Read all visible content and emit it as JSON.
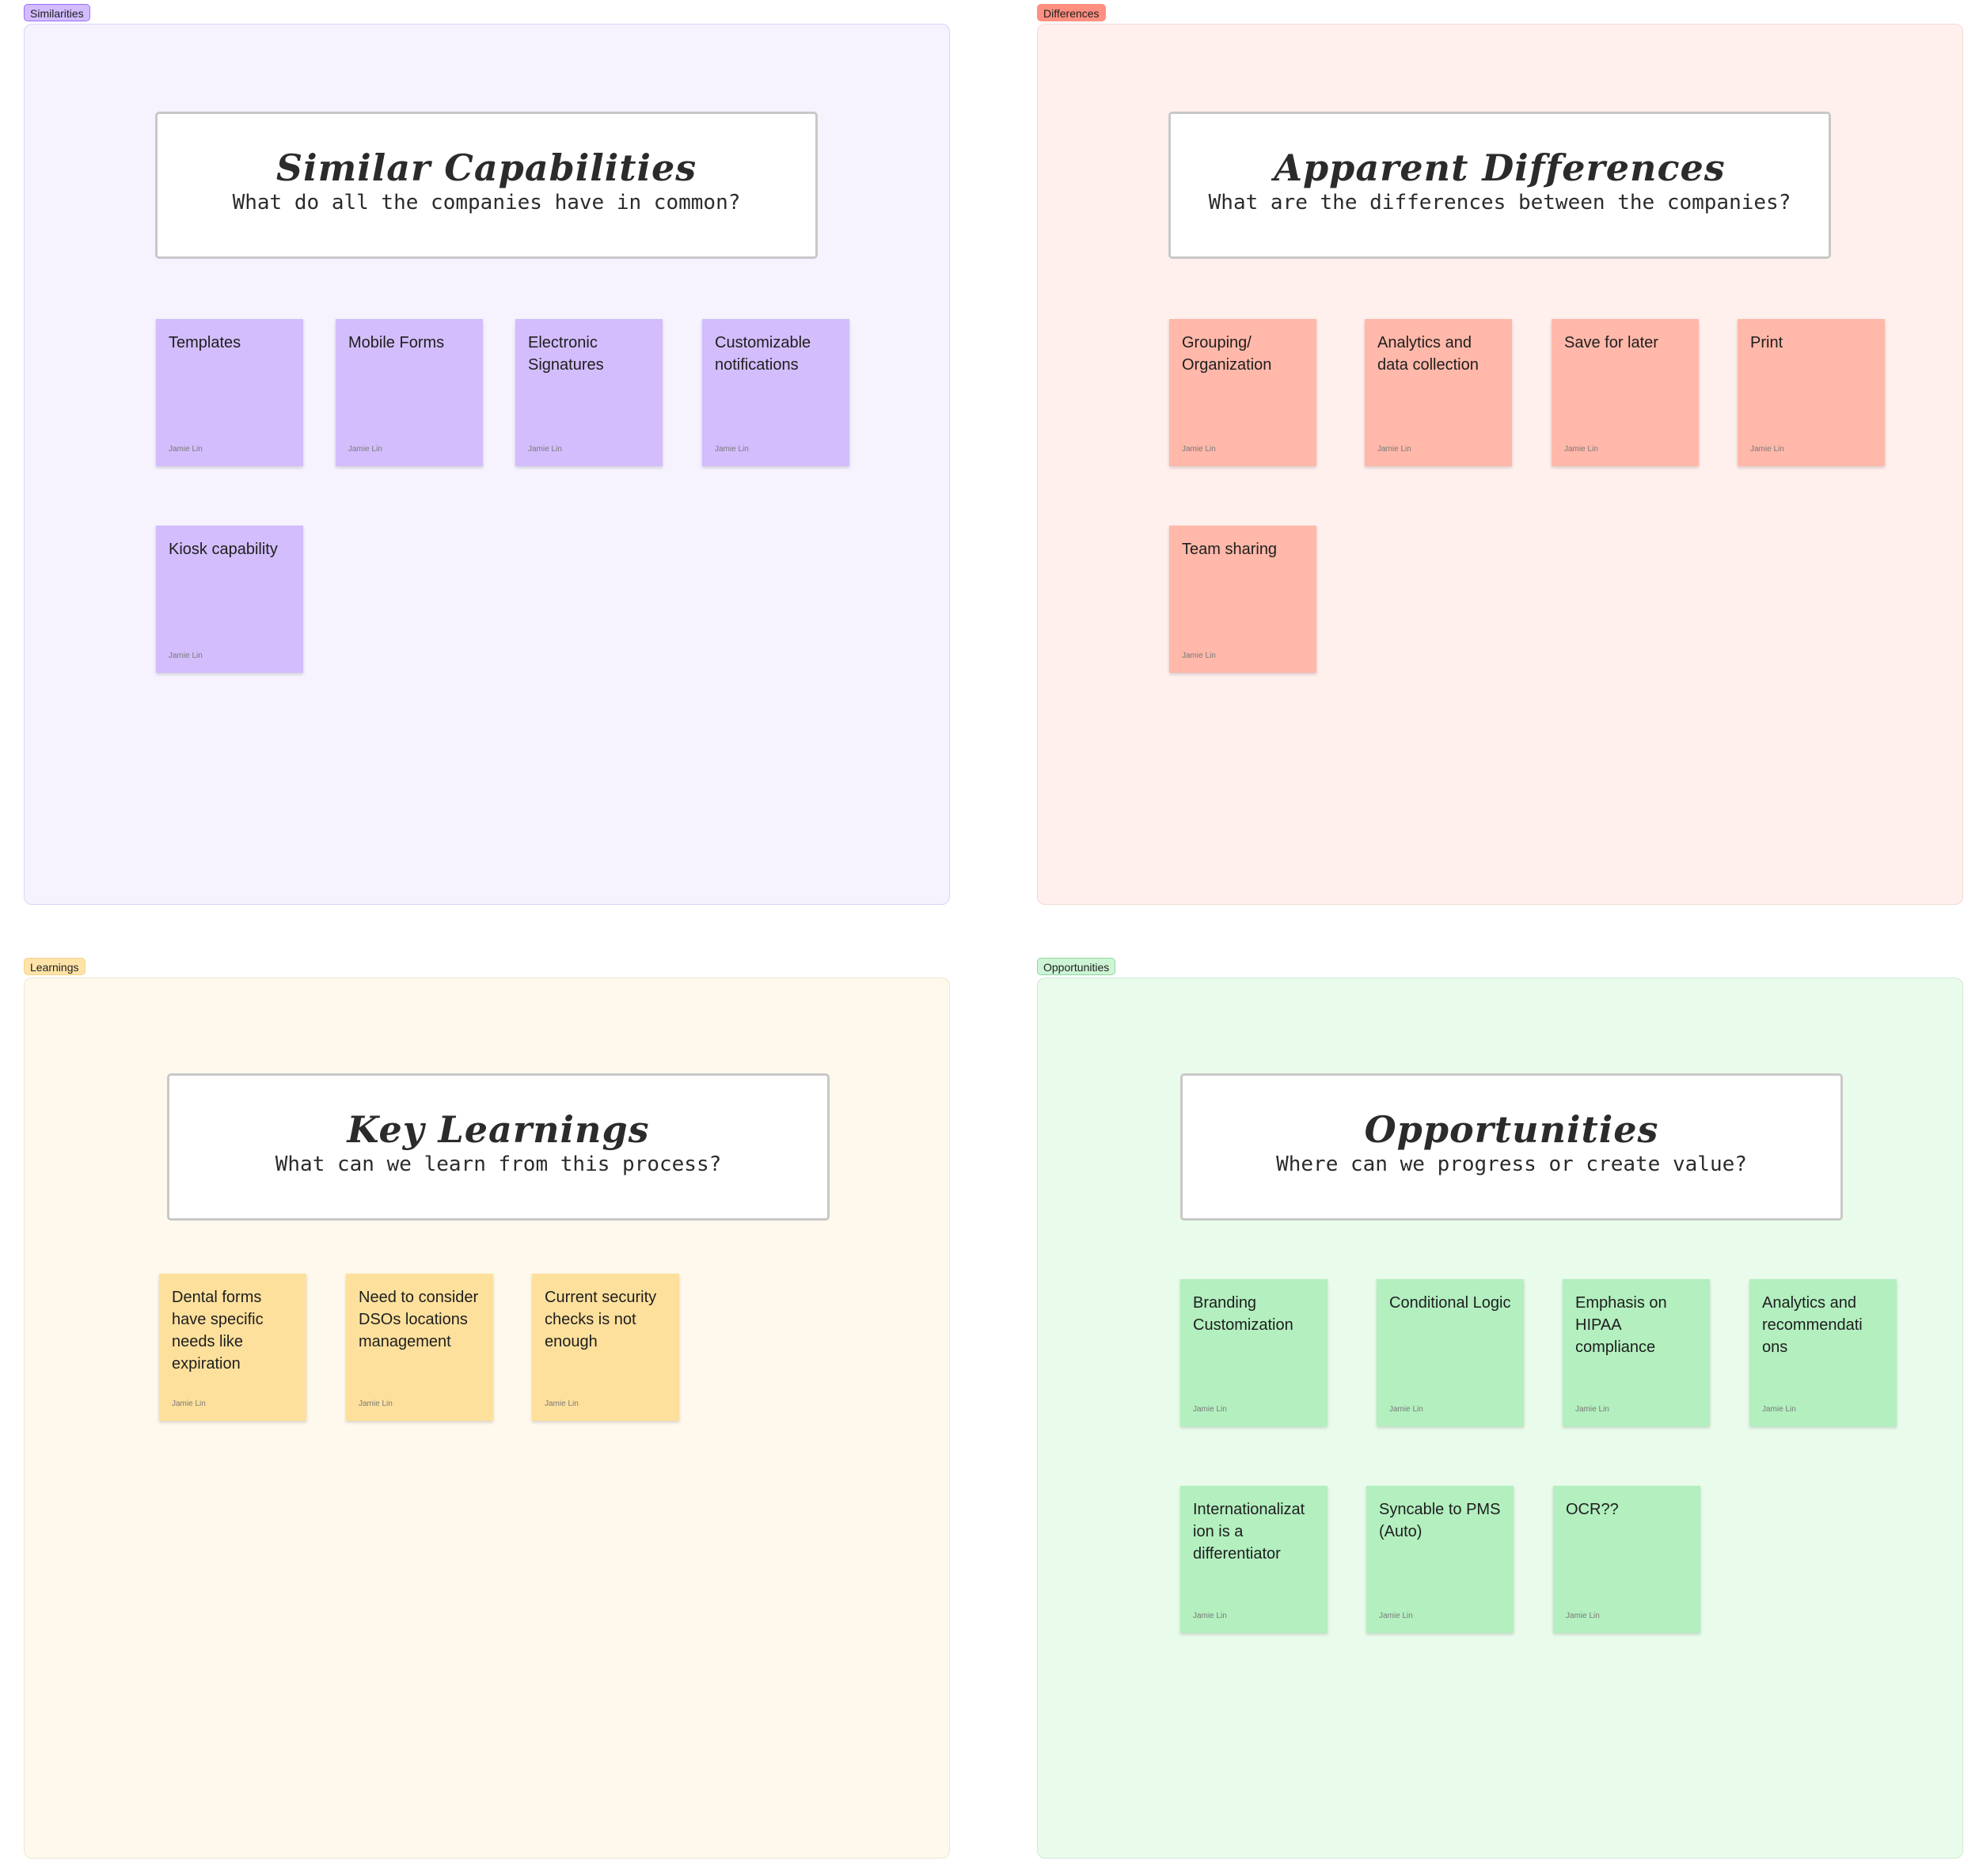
{
  "colors": {
    "similarities": {
      "tag_bg": "#d3bdff",
      "tag_border": "#9b6bff",
      "section_bg": "#f6f3ff",
      "section_border": "#ddd3f5",
      "sticky": "#d3bdfc"
    },
    "differences": {
      "tag_bg": "#ff8f80",
      "tag_border": "#ff8f80",
      "section_bg": "#fff0ed",
      "section_border": "#f5d8d2",
      "sticky": "#ffb8a9"
    },
    "learnings": {
      "tag_bg": "#ffe3a8",
      "tag_border": "#f5d58a",
      "section_bg": "#fff9ed",
      "section_border": "#f0e6cf",
      "sticky": "#fde09c"
    },
    "opportunities": {
      "tag_bg": "#cdf4d4",
      "tag_border": "#8fd8a0",
      "section_bg": "#e9fcec",
      "section_border": "#cfe9d4",
      "sticky": "#b3efbf"
    }
  },
  "sections": {
    "similarities": {
      "tag": "Similarities",
      "title": "Similar Capabilities",
      "subtitle": "What do all the companies have in common?",
      "stickies": [
        {
          "text": "Templates",
          "author": "Jamie Lin"
        },
        {
          "text": "Mobile Forms",
          "author": "Jamie Lin"
        },
        {
          "text": "Electronic Signatures",
          "author": "Jamie Lin"
        },
        {
          "text": "Customizable notifications",
          "author": "Jamie Lin"
        },
        {
          "text": "Kiosk capability",
          "author": "Jamie Lin"
        }
      ]
    },
    "differences": {
      "tag": "Differences",
      "title": "Apparent Differences",
      "subtitle": "What are the differences between the companies?",
      "stickies": [
        {
          "text": "Grouping/ Organization",
          "author": "Jamie Lin"
        },
        {
          "text": "Analytics and data collection",
          "author": "Jamie Lin"
        },
        {
          "text": "Save for later",
          "author": "Jamie Lin"
        },
        {
          "text": "Print",
          "author": "Jamie Lin"
        },
        {
          "text": "Team sharing",
          "author": "Jamie Lin"
        }
      ]
    },
    "learnings": {
      "tag": "Learnings",
      "title": "Key Learnings",
      "subtitle": "What can we learn from this process?",
      "stickies": [
        {
          "text": "Dental forms have specific needs like expiration",
          "author": "Jamie Lin"
        },
        {
          "text": "Need to consider DSOs locations management",
          "author": "Jamie Lin"
        },
        {
          "text": "Current security checks is not enough",
          "author": "Jamie Lin"
        }
      ]
    },
    "opportunities": {
      "tag": "Opportunities",
      "title": "Opportunities",
      "subtitle": "Where can we progress or create value?",
      "stickies": [
        {
          "text": "Branding Customization",
          "author": "Jamie Lin"
        },
        {
          "text": "Conditional Logic",
          "author": "Jamie Lin"
        },
        {
          "text": "Emphasis on HIPAA compliance",
          "author": "Jamie Lin"
        },
        {
          "text": "Analytics and recommendati ons",
          "author": "Jamie Lin"
        },
        {
          "text": "Internationalizat ion is a differentiator",
          "author": "Jamie Lin"
        },
        {
          "text": "Syncable to PMS (Auto)",
          "author": "Jamie Lin"
        },
        {
          "text": "OCR??",
          "author": "Jamie Lin"
        }
      ]
    }
  }
}
